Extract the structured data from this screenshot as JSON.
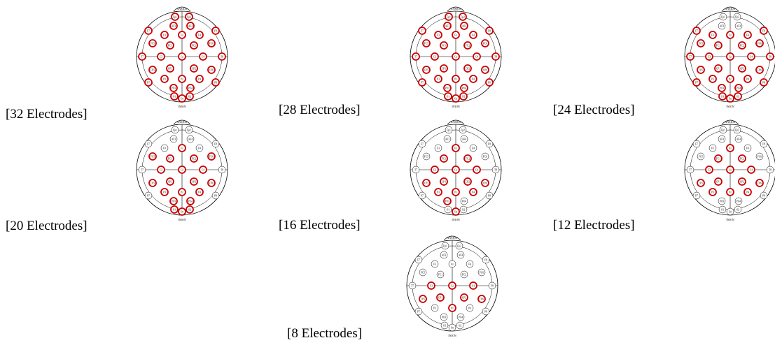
{
  "figure": {
    "landmarks": {
      "nasion": "NASION",
      "inion": "INION"
    },
    "electrodes": [
      "Fp1",
      "Fp2",
      "AF3",
      "AF4",
      "F7",
      "F3",
      "Fz",
      "F4",
      "F8",
      "FC5",
      "FC1",
      "FC2",
      "FC6",
      "T7",
      "C3",
      "Cz",
      "C4",
      "T8",
      "CP5",
      "CP1",
      "CP2",
      "CP6",
      "P7",
      "P3",
      "Pz",
      "P4",
      "P8",
      "PO3",
      "PO4",
      "O1",
      "Oz",
      "O2"
    ],
    "colors": {
      "selected": "#cc0000",
      "unselected": "#000000",
      "line": "#000000"
    },
    "panels": [
      {
        "caption": "[32 Electrodes]",
        "selected": [
          "Fp1",
          "Fp2",
          "AF3",
          "AF4",
          "F7",
          "F3",
          "Fz",
          "F4",
          "F8",
          "FC5",
          "FC1",
          "FC2",
          "FC6",
          "T7",
          "C3",
          "Cz",
          "C4",
          "T8",
          "CP5",
          "CP1",
          "CP2",
          "CP6",
          "P7",
          "P3",
          "Pz",
          "P4",
          "P8",
          "PO3",
          "PO4",
          "O1",
          "Oz",
          "O2"
        ]
      },
      {
        "caption": "[28 Electrodes]",
        "selected": [
          "Fp1",
          "Fp2",
          "AF3",
          "AF4",
          "F7",
          "F3",
          "Fz",
          "F4",
          "F8",
          "FC5",
          "FC1",
          "FC2",
          "FC6",
          "T7",
          "C3",
          "Cz",
          "C4",
          "T8",
          "CP5",
          "CP1",
          "CP2",
          "CP6",
          "P7",
          "P3",
          "Pz",
          "P4",
          "P8",
          "PO3",
          "PO4",
          "O1",
          "Oz",
          "O2"
        ]
      },
      {
        "caption": "[24 Electrodes]",
        "selected": [
          "F7",
          "F3",
          "Fz",
          "F4",
          "F8",
          "FC5",
          "FC1",
          "FC2",
          "FC6",
          "T7",
          "C3",
          "Cz",
          "C4",
          "T8",
          "CP5",
          "CP1",
          "CP2",
          "CP6",
          "P7",
          "P3",
          "Pz",
          "P4",
          "P8",
          "PO3",
          "PO4",
          "O1",
          "Oz",
          "O2"
        ]
      },
      {
        "caption": "[20 Electrodes]",
        "selected": [
          "Fz",
          "FC5",
          "FC1",
          "FC2",
          "FC6",
          "C3",
          "Cz",
          "C4",
          "CP5",
          "CP1",
          "CP2",
          "CP6",
          "P3",
          "Pz",
          "P4",
          "PO3",
          "PO4",
          "O1",
          "Oz",
          "O2"
        ]
      },
      {
        "caption": "[16 Electrodes]",
        "selected": [
          "Fz",
          "FC1",
          "FC2",
          "C3",
          "Cz",
          "C4",
          "CP5",
          "CP1",
          "CP2",
          "CP6",
          "P3",
          "Pz",
          "P4",
          "PO3",
          "Oz"
        ]
      },
      {
        "caption": "[12 Electrodes]",
        "selected": [
          "Fz",
          "FC1",
          "FC2",
          "C3",
          "Cz",
          "C4",
          "CP5",
          "CP1",
          "CP2",
          "CP6",
          "P3",
          "Pz",
          "P4"
        ]
      },
      {
        "caption": "[8 Electrodes]",
        "selected": [
          "C3",
          "Cz",
          "C4",
          "CP5",
          "CP1",
          "CP2",
          "CP6",
          "Pz"
        ]
      }
    ]
  }
}
